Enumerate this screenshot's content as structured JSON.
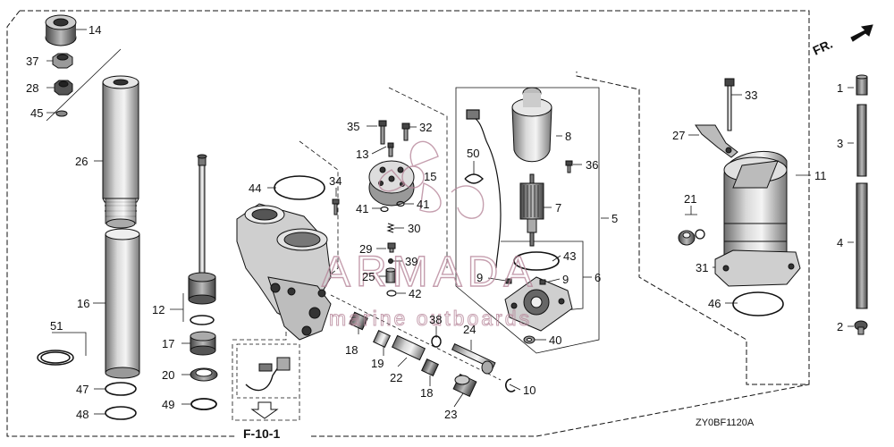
{
  "callouts": [
    {
      "id": "p14",
      "text": "14"
    },
    {
      "id": "p37",
      "text": "37"
    },
    {
      "id": "p28",
      "text": "28"
    },
    {
      "id": "p45",
      "text": "45"
    },
    {
      "id": "p26",
      "text": "26"
    },
    {
      "id": "p16",
      "text": "16"
    },
    {
      "id": "p51",
      "text": "51"
    },
    {
      "id": "p47",
      "text": "47"
    },
    {
      "id": "p48",
      "text": "48"
    },
    {
      "id": "p12",
      "text": "12"
    },
    {
      "id": "p17",
      "text": "17"
    },
    {
      "id": "p20",
      "text": "20"
    },
    {
      "id": "p49",
      "text": "49"
    },
    {
      "id": "p44",
      "text": "44"
    },
    {
      "id": "p34",
      "text": "34"
    },
    {
      "id": "p35",
      "text": "35"
    },
    {
      "id": "p32",
      "text": "32"
    },
    {
      "id": "p13",
      "text": "13"
    },
    {
      "id": "p15",
      "text": "15"
    },
    {
      "id": "p41a",
      "text": "41"
    },
    {
      "id": "p41b",
      "text": "41"
    },
    {
      "id": "p30",
      "text": "30"
    },
    {
      "id": "p29",
      "text": "29"
    },
    {
      "id": "p39",
      "text": "39"
    },
    {
      "id": "p25",
      "text": "25"
    },
    {
      "id": "p42",
      "text": "42"
    },
    {
      "id": "p50",
      "text": "50"
    },
    {
      "id": "p8",
      "text": "8"
    },
    {
      "id": "p36",
      "text": "36"
    },
    {
      "id": "p7",
      "text": "7"
    },
    {
      "id": "p5",
      "text": "5"
    },
    {
      "id": "p43",
      "text": "43"
    },
    {
      "id": "p6",
      "text": "6"
    },
    {
      "id": "p9a",
      "text": "9"
    },
    {
      "id": "p9b",
      "text": "9"
    },
    {
      "id": "p40",
      "text": "40"
    },
    {
      "id": "p18a",
      "text": "18"
    },
    {
      "id": "p19",
      "text": "19"
    },
    {
      "id": "p38",
      "text": "38"
    },
    {
      "id": "p24",
      "text": "24"
    },
    {
      "id": "p22",
      "text": "22"
    },
    {
      "id": "p18b",
      "text": "18"
    },
    {
      "id": "p23",
      "text": "23"
    },
    {
      "id": "p10",
      "text": "10"
    },
    {
      "id": "p33",
      "text": "33"
    },
    {
      "id": "p27",
      "text": "27"
    },
    {
      "id": "p11",
      "text": "11"
    },
    {
      "id": "p21",
      "text": "21"
    },
    {
      "id": "p31",
      "text": "31"
    },
    {
      "id": "p46",
      "text": "46"
    },
    {
      "id": "p1",
      "text": "1"
    },
    {
      "id": "p3",
      "text": "3"
    },
    {
      "id": "p4",
      "text": "4"
    },
    {
      "id": "p2",
      "text": "2"
    }
  ],
  "front_indicator": "FR.",
  "figure_ref": "F-10-1",
  "drawing_code": "ZY0BF1120A",
  "watermark": {
    "brand": "ARMADA",
    "tagline": "marine outboards"
  },
  "colors": {
    "line": "#111111",
    "watermark": "#b7879a",
    "background": "#ffffff"
  }
}
